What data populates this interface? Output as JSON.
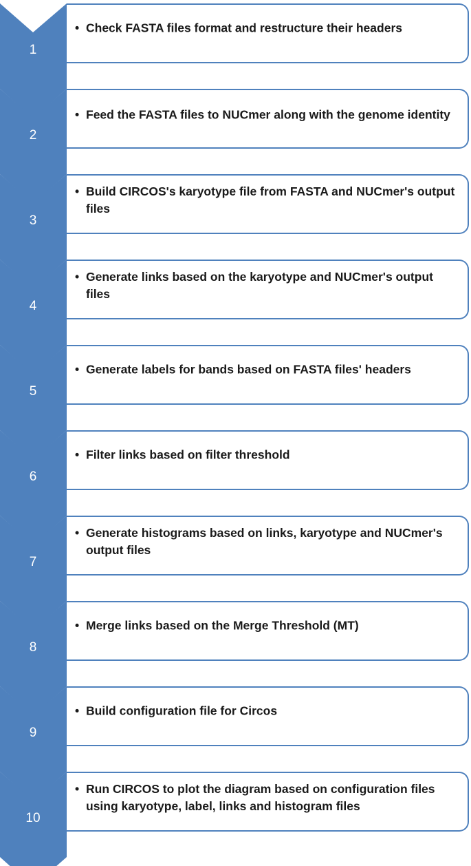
{
  "bullet_char": "•",
  "accent_color": "#4f81bd",
  "steps": [
    {
      "number": "1",
      "text": "Check FASTA files format and restructure their headers"
    },
    {
      "number": "2",
      "text": "Feed the FASTA files to NUCmer along with the genome identity"
    },
    {
      "number": "3",
      "text": "Build CIRCOS's karyotype file from FASTA and NUCmer's output files"
    },
    {
      "number": "4",
      "text": "Generate links based on the karyotype and NUCmer's output files"
    },
    {
      "number": "5",
      "text": "Generate labels for bands based on FASTA files' headers"
    },
    {
      "number": "6",
      "text": "Filter links based on filter threshold"
    },
    {
      "number": "7",
      "text": "Generate histograms based on links, karyotype and NUCmer's output files"
    },
    {
      "number": "8",
      "text": "Merge links based on the Merge Threshold (MT)"
    },
    {
      "number": "9",
      "text": "Build configuration file for Circos"
    },
    {
      "number": "10",
      "text": "Run CIRCOS to plot the diagram based on configuration files using karyotype, label, links and histogram files"
    }
  ]
}
